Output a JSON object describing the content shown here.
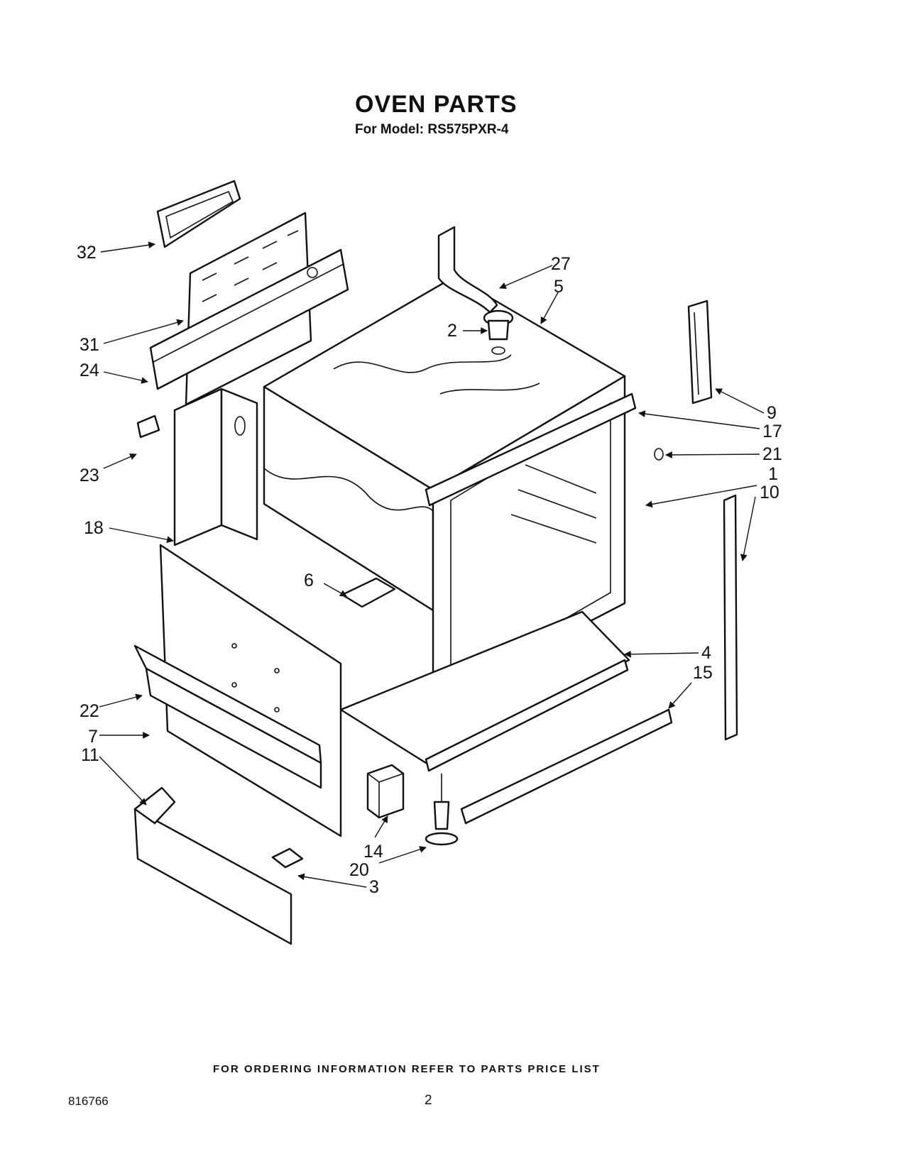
{
  "title": "OVEN PARTS",
  "subtitle": "For Model: RS575PXR-4",
  "footer_note": "FOR ORDERING INFORMATION REFER TO PARTS PRICE LIST",
  "document_number": "816766",
  "page_number": "2",
  "callouts": [
    "32",
    "27",
    "5",
    "2",
    "31",
    "24",
    "9",
    "17",
    "21",
    "23",
    "1",
    "10",
    "18",
    "6",
    "4",
    "15",
    "22",
    "7",
    "11",
    "14",
    "20",
    "3"
  ]
}
